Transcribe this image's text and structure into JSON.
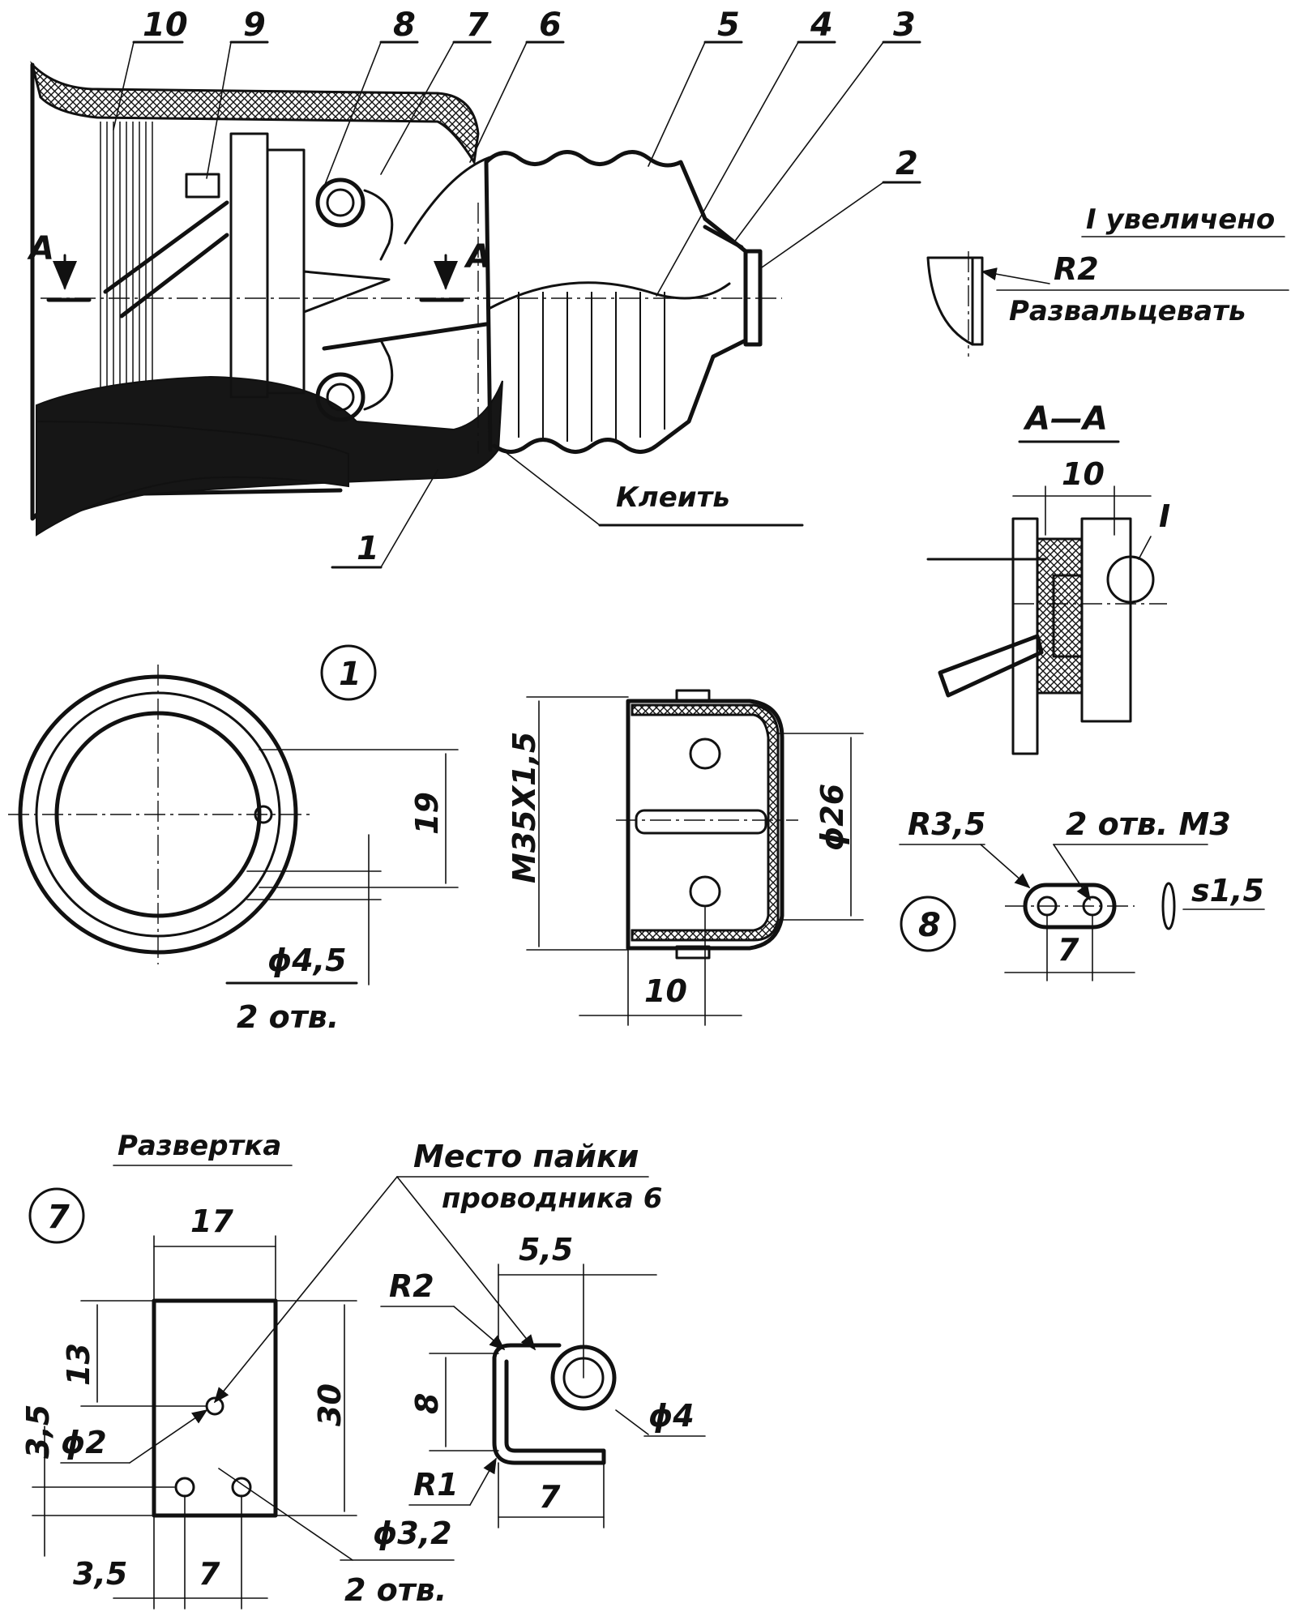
{
  "callouts": {
    "c1": "1",
    "c2": "2",
    "c3": "3",
    "c4": "4",
    "c5": "5",
    "c6": "6",
    "c7": "7",
    "c8": "8",
    "c9": "9",
    "c10": "10"
  },
  "main_view": {
    "section_left": "А",
    "section_right": "А",
    "glue_note": "Клеить"
  },
  "detail_I": {
    "title": "I увеличено",
    "radius": "R2",
    "note": "Развальцевать"
  },
  "section_AA": {
    "title": "А—А",
    "dim_10": "10",
    "marker": "I"
  },
  "part1": {
    "badge": "1",
    "dim_19": "19",
    "hole_dia": "ϕ4,5",
    "hole_count": "2 отв.",
    "thread": "М35Х1,5",
    "dia_26": "ϕ26",
    "dim_10": "10"
  },
  "part8": {
    "badge": "8",
    "radius": "R3,5",
    "holes": "2 отв. М3",
    "thickness": "s1,5",
    "dim_7": "7"
  },
  "part7": {
    "badge": "7",
    "blank_title": "Развертка",
    "solder_title": "Место пайки",
    "solder_sub": "проводника 6",
    "dim_17": "17",
    "dim_13": "13",
    "dim_30": "30",
    "dim_3_5_v": "3,5",
    "dia_2": "ϕ2",
    "dia_3_2": "ϕ3,2",
    "holes_2": "2 отв.",
    "dim_3_5_h": "3,5",
    "dim_7_h": "7",
    "dim_5_5": "5,5",
    "r2": "R2",
    "dim_8": "8",
    "r1": "R1",
    "dia_4": "ϕ4",
    "dim_7_b": "7"
  },
  "colors": {
    "ink": "#111111",
    "paper": "#ffffff"
  }
}
